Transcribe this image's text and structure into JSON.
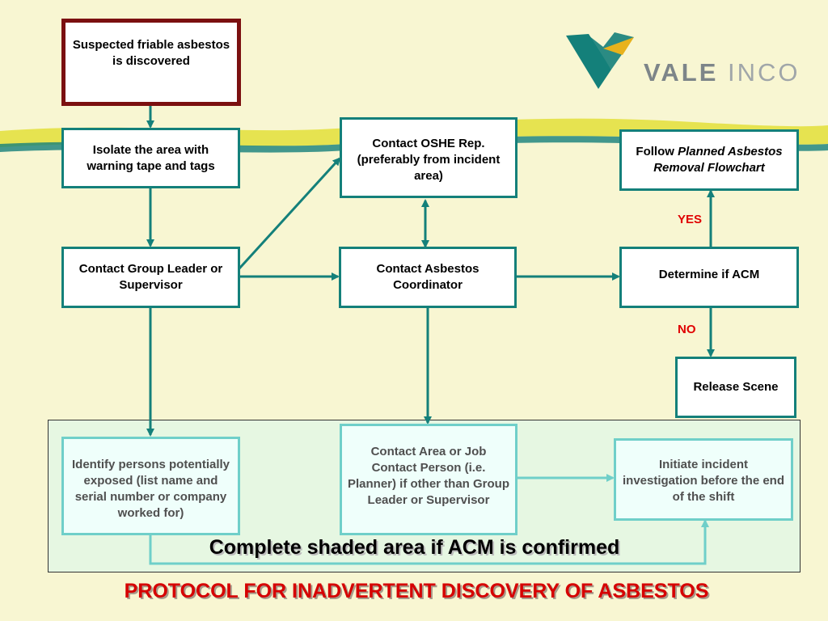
{
  "logo": {
    "text_bold": "VALE",
    "text_light": "INCO",
    "colors": {
      "teal": "#14807a",
      "gold": "#e8b21c",
      "grey": "#7d8589"
    }
  },
  "boxes": {
    "start": "Suspected friable asbestos is discovered",
    "isolate": "Isolate the area with warning tape and tags",
    "oshe": "Contact OSHE Rep. (preferably from incident area)",
    "follow_prefix": "Follow ",
    "follow_italic": "Planned Asbestos Removal Flowchart",
    "group_leader": "Contact Group Leader or Supervisor",
    "coordinator": "Contact Asbestos Coordinator",
    "determine": "Determine if ACM",
    "release": "Release Scene",
    "identify": "Identify persons potentially exposed (list name and serial number or company worked for)",
    "contact_area": "Contact Area or Job Contact Person (i.e. Planner) if other than Group Leader or Supervisor",
    "incident": "Initiate incident investigation before the end of the shift"
  },
  "labels": {
    "yes": "YES",
    "no": "NO"
  },
  "shaded_caption": "Complete shaded area if ACM is confirmed",
  "title": "PROTOCOL FOR INADVERTENT DISCOVERY OF ASBESTOS",
  "colors": {
    "background": "#f8f6d2",
    "connector": "#14807a",
    "connector_light": "#6fcfc9",
    "start_border": "#7b1010",
    "title_red": "#d60000",
    "label_red": "#e00000",
    "shaded_fill": "#e6f7e2"
  }
}
